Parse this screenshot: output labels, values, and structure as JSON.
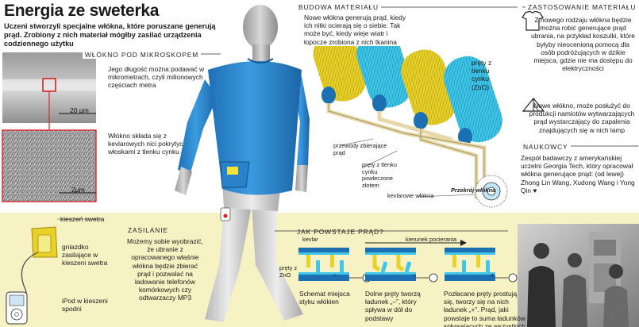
{
  "header": {
    "title": "Energia ze sweterka",
    "subtitle": "Uczeni stworzyli specjalne włókna, które poruszane generują prąd. Zrobiony z nich materiał mógłby zasilać urządzenia codziennego użytku"
  },
  "microscope": {
    "heading": "WŁÓKNO POD MIKROSKOPEM",
    "text1": "Jego długość można podawać w mikrometrach, czyli milionowych częściach metra",
    "scale1": "20 µm",
    "text2": "Włókno składa się z kevlarowych nici pokrytych włoskami z tlenku cynku",
    "scale2": "2µm"
  },
  "structure": {
    "heading": "BUDOWA MATERIAŁU",
    "text": "Nowe włókna generują prąd, kiedy ich nitki ocierają się o siebie. Tak może być, kiedy wieje wiatr i łopocze zrobiona z nich tkanina",
    "label_zno_a": "pręty z tlenku cynku",
    "label_zno_b": "(ZnO)",
    "label_wires": "przewody zbierające prąd",
    "label_rods": "pręty z tlenku cynku powleczone złotem",
    "label_kevlar": "kevlarowe włókna",
    "label_section": "Przekrój włókna"
  },
  "applications": {
    "heading": "ZASTOSOWANIE MATERIAŁU",
    "text1": "Z nowego rodzaju włókna będzie można robić generujące prąd ubrania, na przykład koszulki, które byłyby nieocenioną pomocą dla osób podróżujących w dzikie miejsca, gdzie nie ma dostępu do elektryczności",
    "text2": "Nowe włókno, może posłużyć do produkcji namiotów wytwarzających prąd wystarczający do zapalenia znajdujących się w nich lamp"
  },
  "scientists": {
    "heading": "NAUKOWCY",
    "text": "Zespół badawczy z amerykańskiej uczelni Georgia Tech, który opracował włókna generujące prąd: (od lewej) Zhong Lin Wang, Xudong Wang i Yong Qin ♥"
  },
  "power": {
    "label_pocket": "kieszeń swetra",
    "label_socket": "gniazdko zasilające w kieszeni swetra",
    "label_ipod": "iPod w kieszeni spodni",
    "heading": "ZASILANIE",
    "text": "Możemy sobie wyobrazić, że ubranie z opracowanego właśnie włókna będzie zbierać prąd i pozwalać na ładowanie telefonów komórkowych czy odtwarzaczy MP3"
  },
  "how": {
    "heading": "JAK POWSTAJE PRĄD?",
    "label_kevlar": "kevlar",
    "label_friction": "kierunek pocierania",
    "label_rods": "pręty z ZnO",
    "step1": "Schemat miejsca styku włókien",
    "step2": "Dolne pręty tworzą ładunek „–”, który spływa w dół do podstawy",
    "step3": "Pozłacane pręty prostują się, tworzy się na nich ładunek „+”. Prąd, jaki powstaje to suma ładunków spływających ze wszystkich włókien.",
    "sign_minus": "–",
    "sign_plus": "+"
  },
  "colors": {
    "shirt_blue": "#2f8fd8",
    "zno_cyan": "#3fc6e8",
    "gold_yellow": "#e8d22a",
    "band_yellow": "#f7f2c4",
    "frame_red": "#d8262c",
    "wire_tan": "#e6d8a8"
  },
  "icons": [
    "tshirt-icon",
    "tent-icon"
  ]
}
